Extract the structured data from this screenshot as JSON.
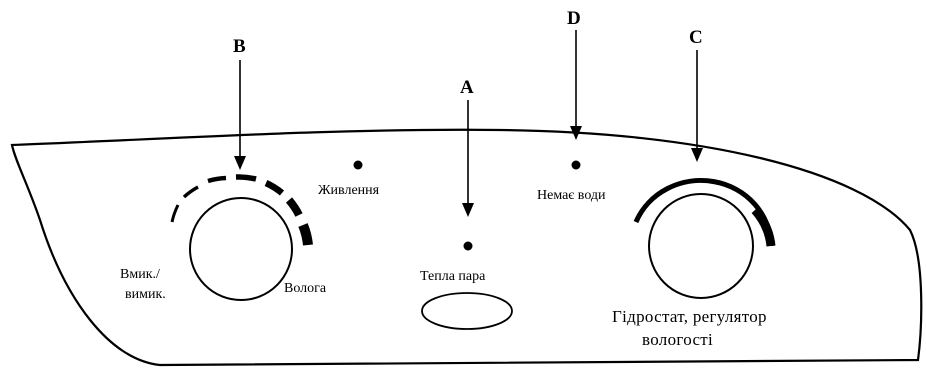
{
  "callouts": {
    "a": "A",
    "b": "B",
    "c": "C",
    "d": "D"
  },
  "labels": {
    "power": "Живлення",
    "on_off_line1": "Вмик./",
    "on_off_line2": "вимик.",
    "humidity": "Вологa",
    "warm_steam": "Тепла пара",
    "no_water": "Немає води",
    "hygrostat_line1": "Гідростат, регулятор",
    "hygrostat_line2": "вологості"
  }
}
